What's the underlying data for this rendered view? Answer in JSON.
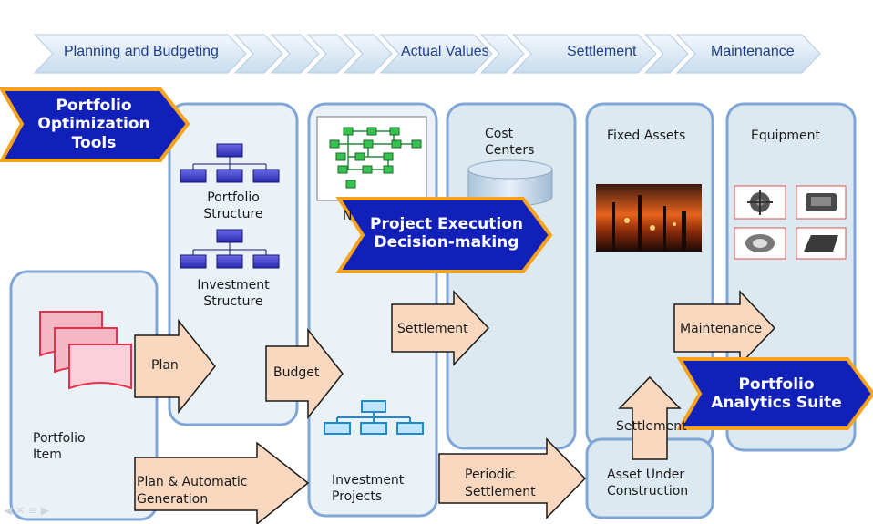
{
  "phases": [
    "Planning and Budgeting",
    "Actual Values",
    "Settlement",
    "Maintenance"
  ],
  "callouts": {
    "portfolio_optimization": [
      "Portfolio",
      "Optimization",
      "Tools"
    ],
    "project_execution": [
      "Project Execution",
      "Decision-making"
    ],
    "portfolio_analytics": [
      "Portfolio",
      "Analytics Suite"
    ]
  },
  "boxes": {
    "portfolio_item": [
      "Portfolio",
      "Item"
    ],
    "portfolio_structure": [
      "Portfolio",
      "Structure"
    ],
    "investment_structure": [
      "Investment",
      "Structure"
    ],
    "network_partial": "N",
    "investment_projects": [
      "Investment",
      "Projects"
    ],
    "cost_centers": [
      "Cost",
      "Centers"
    ],
    "fixed_assets": "Fixed Assets",
    "asset_under_construction": [
      "Asset Under",
      "Construction"
    ],
    "equipment": "Equipment"
  },
  "arrows": {
    "plan": "Plan",
    "budget": "Budget",
    "settlement": "Settlement",
    "maintenance": "Maintenance",
    "plan_automatic": [
      "Plan & Automatic",
      "Generation"
    ],
    "periodic_settlement": [
      "Periodic",
      "Settlement"
    ],
    "settlement_up": "Settlement"
  },
  "colors": {
    "phase_text": "#1f3f8a",
    "chevron_fill": "#dbe8f5",
    "box_border": "#7fa6d6",
    "arrow_fill": "#f9d8bf",
    "callout_fill": "#1020b8",
    "callout_border": "#f6a21b",
    "org_box": "#3535c8"
  }
}
